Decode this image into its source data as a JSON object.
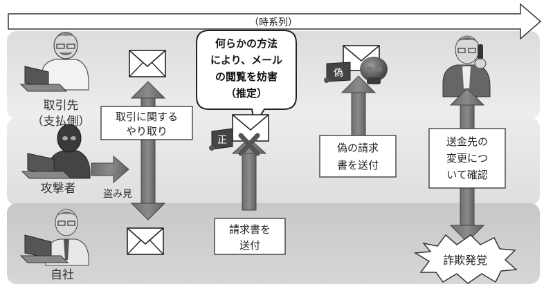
{
  "timeline": {
    "label": "（時系列）"
  },
  "lanes": {
    "client": {
      "label_line1": "取引先",
      "label_line2": "（支払側）"
    },
    "attacker": {
      "label": "攻撃者",
      "peek_label": "盗み見"
    },
    "company": {
      "label": "自社"
    }
  },
  "boxes": {
    "exchange": {
      "line1": "取引に関する",
      "line2": "やり取り"
    },
    "invoice": {
      "line1": "請求書を",
      "line2": "送付"
    },
    "fake_invoice": {
      "line1": "偽の請求",
      "line2": "書を送付"
    },
    "confirm": {
      "line1": "送金先の",
      "line2": "変更につ",
      "line3": "いて確認"
    }
  },
  "speech": {
    "line1": "何らかの方法",
    "line2": "により、メール",
    "line3": "の閲覧を妨害",
    "line4": "（推定）"
  },
  "tags": {
    "genuine": "正",
    "fake": "偽"
  },
  "burst": {
    "label": "詐欺発覚"
  }
}
